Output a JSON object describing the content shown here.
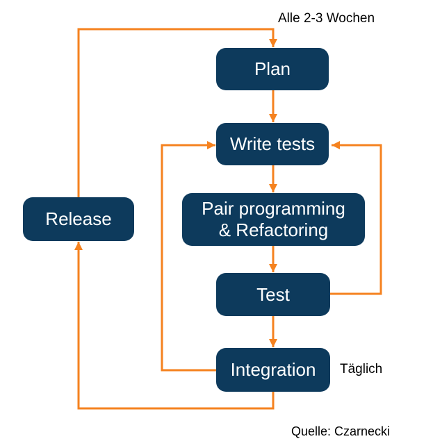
{
  "colors": {
    "node_fill": "#0D3A5C",
    "node_text": "#FFFFFF",
    "arrow": "#F5821F",
    "label_text": "#000000",
    "background": "#FFFFFF"
  },
  "nodes": [
    {
      "id": "plan",
      "label": "Plan"
    },
    {
      "id": "write-tests",
      "label": "Write tests"
    },
    {
      "id": "pair-programming-refactoring",
      "lines": [
        "Pair programming",
        "& Refactoring"
      ]
    },
    {
      "id": "test",
      "label": "Test"
    },
    {
      "id": "integration",
      "label": "Integration"
    },
    {
      "id": "release",
      "label": "Release"
    }
  ],
  "edges": [
    {
      "from": "plan",
      "to": "write-tests"
    },
    {
      "from": "write-tests",
      "to": "pair-programming-refactoring"
    },
    {
      "from": "pair-programming-refactoring",
      "to": "test"
    },
    {
      "from": "test",
      "to": "integration"
    },
    {
      "from": "test",
      "to": "write-tests"
    },
    {
      "from": "integration",
      "to": "write-tests",
      "note": "Täglich"
    },
    {
      "from": "integration",
      "to": "release"
    },
    {
      "from": "release",
      "to": "plan",
      "note": "Alle 2-3 Wochen"
    }
  ],
  "annotations": {
    "cycle_note": "Alle 2-3 Wochen",
    "daily_note": "Täglich",
    "source": "Quelle: Czarnecki"
  }
}
